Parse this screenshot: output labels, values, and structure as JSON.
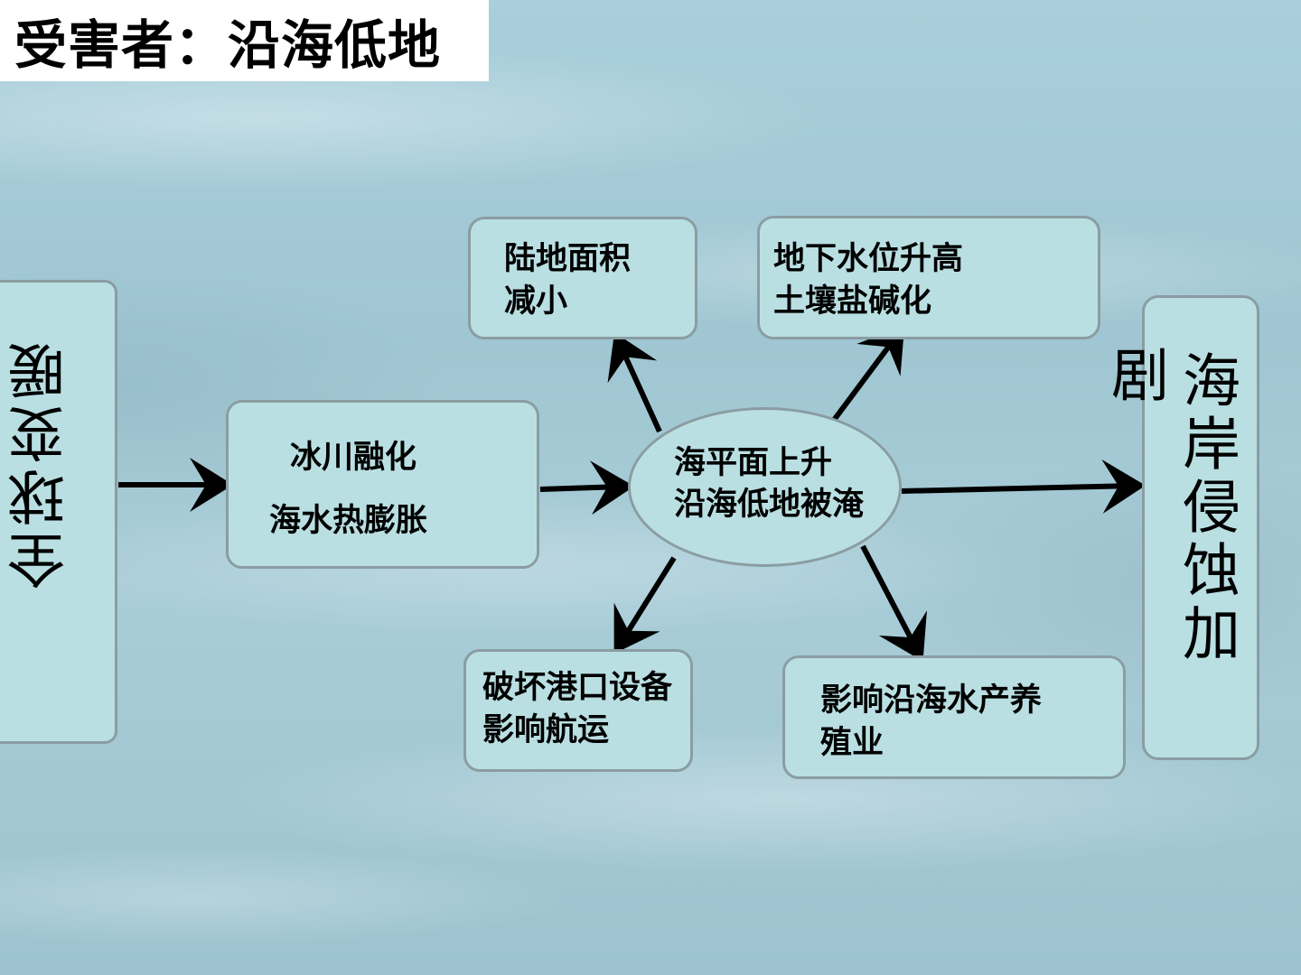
{
  "title": "受害者：沿海低地",
  "nodes": {
    "global_warming": "全球变暖",
    "cause_1": "冰川融化",
    "cause_2": "海水热膨胀",
    "center_1": "海平面上升",
    "center_2": "沿海低地被淹",
    "top_left_1": "陆地面积",
    "top_left_2": "减小",
    "top_right_1": "地下水位升高",
    "top_right_2": "土壤盐碱化",
    "bottom_left_1": "破坏港口设备",
    "bottom_left_2": "影响航运",
    "bottom_right_1": "影响沿海水产养",
    "bottom_right_2": "殖业",
    "coast_main": "海岸侵蚀加",
    "coast_overflow": "剧"
  },
  "colors": {
    "box_fill": "#b9dfe2",
    "box_border": "#8a9da2",
    "background": "#a9cdd8",
    "arrow": "#000000"
  }
}
